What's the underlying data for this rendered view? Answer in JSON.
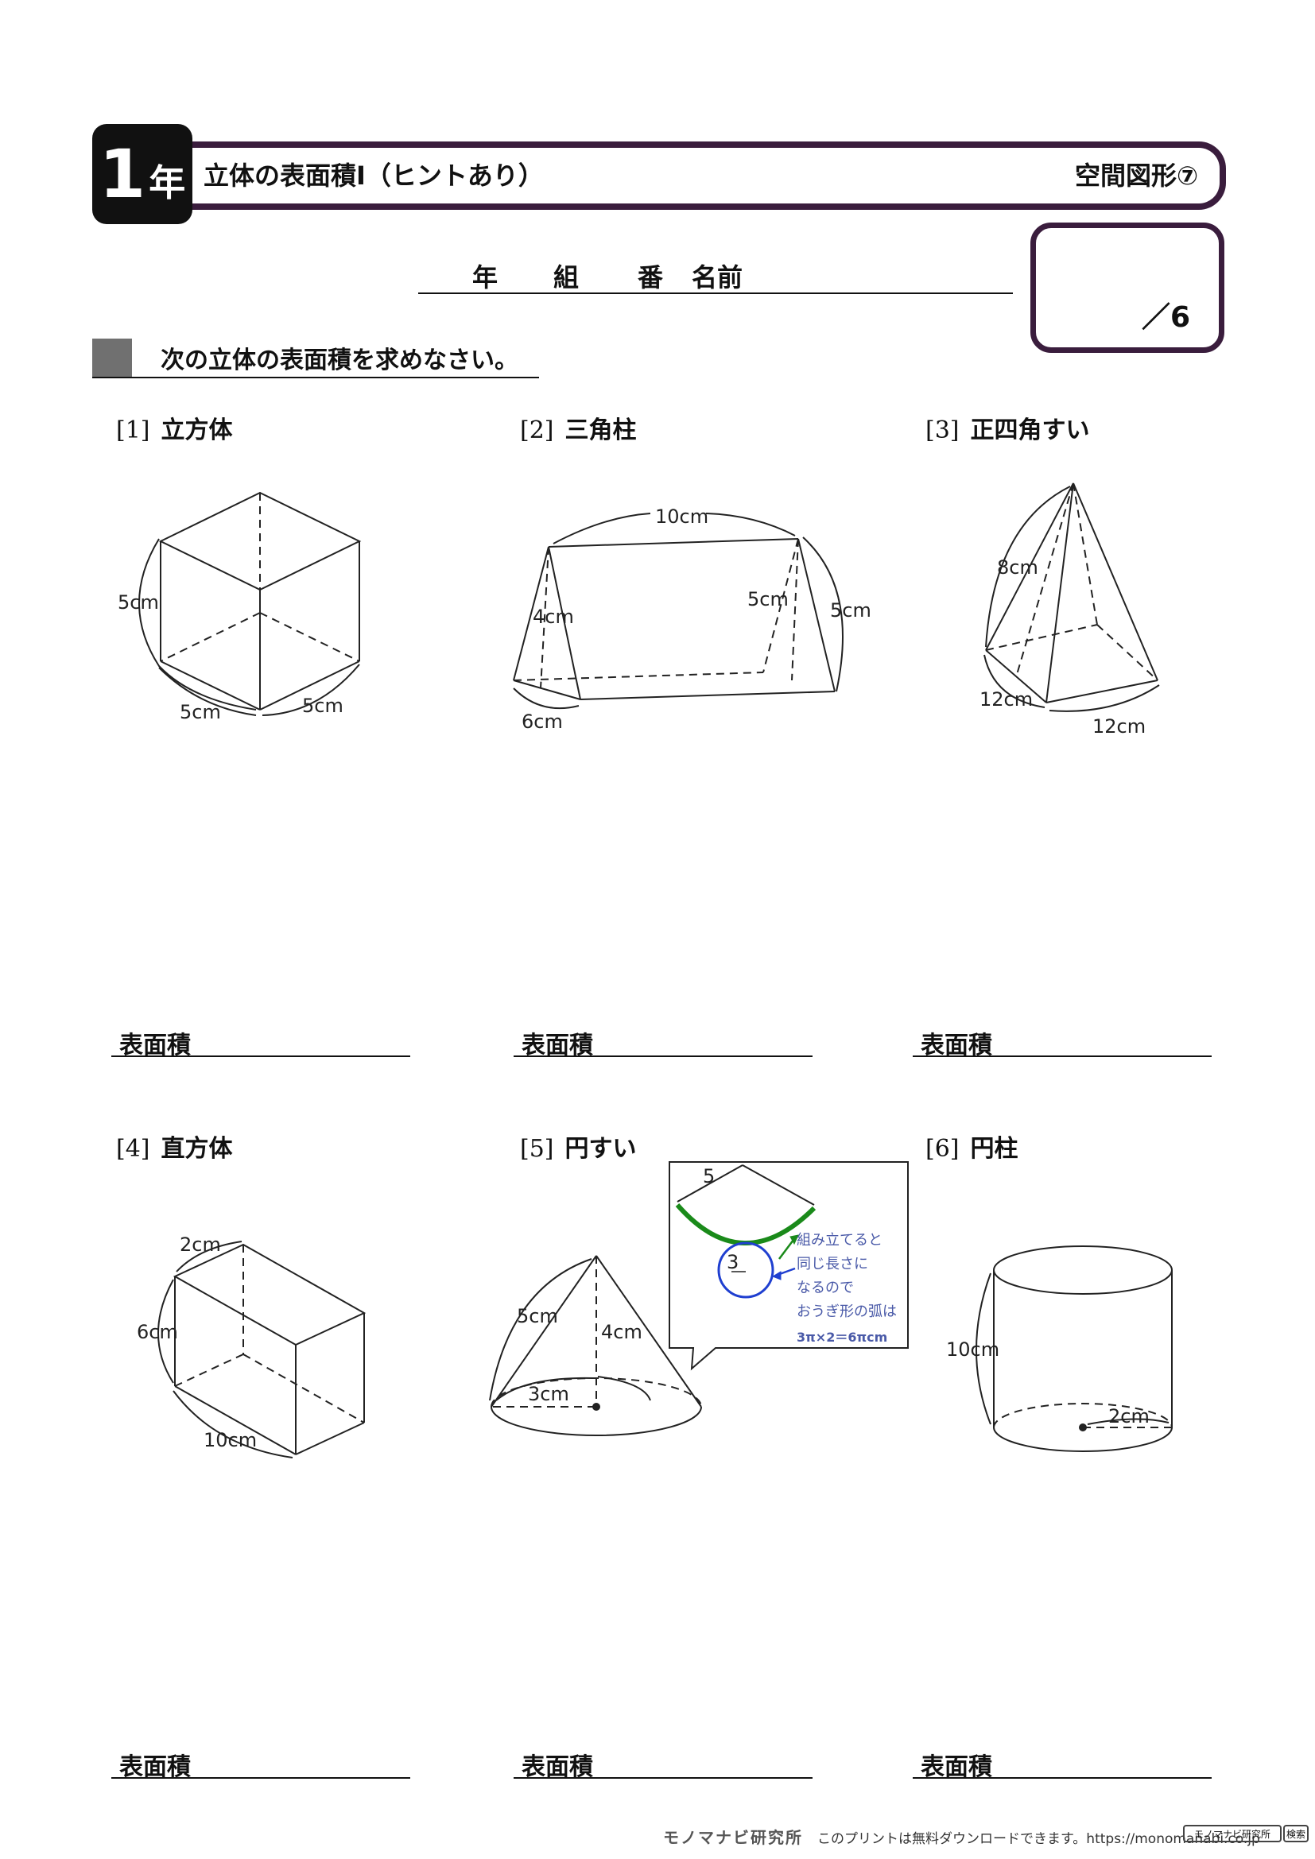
{
  "header": {
    "grade_num": "1",
    "grade_suffix": "年",
    "title": "立体の表面積Ⅰ（ヒントあり）",
    "unit": "空間図形⑦"
  },
  "name_row": {
    "nen": "年",
    "kumi": "組",
    "ban": "番",
    "name": "名前"
  },
  "score": {
    "label": "／6"
  },
  "instruction": "次の立体の表面積を求めなさい。",
  "questions": [
    {
      "num": "[1]",
      "shape": "立方体",
      "answer_label": "表面積",
      "labels": {
        "height": "5cm",
        "depth": "5cm",
        "width": "5cm"
      }
    },
    {
      "num": "[2]",
      "shape": "三角柱",
      "answer_label": "表面積",
      "labels": {
        "length": "10cm",
        "height": "4cm",
        "side_inner": "5cm",
        "side_outer": "5cm",
        "base": "6cm"
      }
    },
    {
      "num": "[3]",
      "shape": "正四角すい",
      "answer_label": "表面積",
      "labels": {
        "slant": "8cm",
        "base_left": "12cm",
        "base_right": "12cm"
      }
    },
    {
      "num": "[4]",
      "shape": "直方体",
      "answer_label": "表面積",
      "labels": {
        "depth": "2cm",
        "height": "6cm",
        "width": "10cm"
      }
    },
    {
      "num": "[5]",
      "shape": "円すい",
      "answer_label": "表面積",
      "labels": {
        "slant": "5cm",
        "height": "4cm",
        "radius": "3cm"
      },
      "hint": {
        "sector_radius": "5",
        "circle_radius": "3",
        "lines": [
          "組み立てると",
          "同じ長さに",
          "なるので",
          "おうぎ形の弧は"
        ],
        "formula": "3π×2＝6πcm"
      }
    },
    {
      "num": "[6]",
      "shape": "円柱",
      "answer_label": "表面積",
      "labels": {
        "height": "10cm",
        "radius": "2cm"
      }
    }
  ],
  "footer": {
    "brand": "モノマナビ研究所",
    "text": "このプリントは無料ダウンロードできます。https://monomanabi.co.jp",
    "search_box": "モノマナビ研究所",
    "search_button": "検索"
  },
  "colors": {
    "frame": "#3a1d3d",
    "hint_green": "#1a8a1a",
    "hint_blue": "#1f3fd0",
    "hint_text": "#4a5aa8"
  }
}
